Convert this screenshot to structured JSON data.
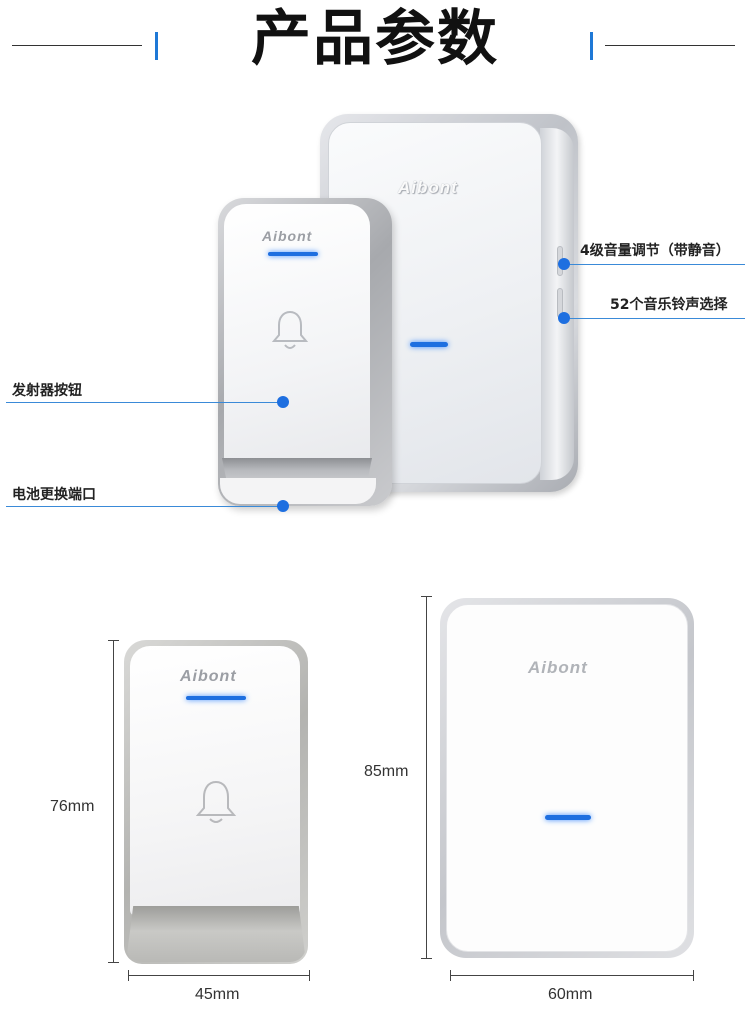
{
  "header": {
    "title": "产品参数",
    "accent_color": "#1e78d6"
  },
  "product": {
    "receiver_brand": "Aibont",
    "transmitter_brand": "Aibont",
    "indicator_color": "#1e6fe0",
    "bell_icon": "bell-icon"
  },
  "callouts": {
    "volume": "4级音量调节（带静音）",
    "ringtone": "52个音乐铃声选择",
    "transmitter_button": "发射器按钮",
    "battery_port": "电池更换端口"
  },
  "dimensions": {
    "transmitter_height": "76mm",
    "transmitter_width": "45mm",
    "receiver_height": "85mm",
    "receiver_width": "60mm"
  }
}
